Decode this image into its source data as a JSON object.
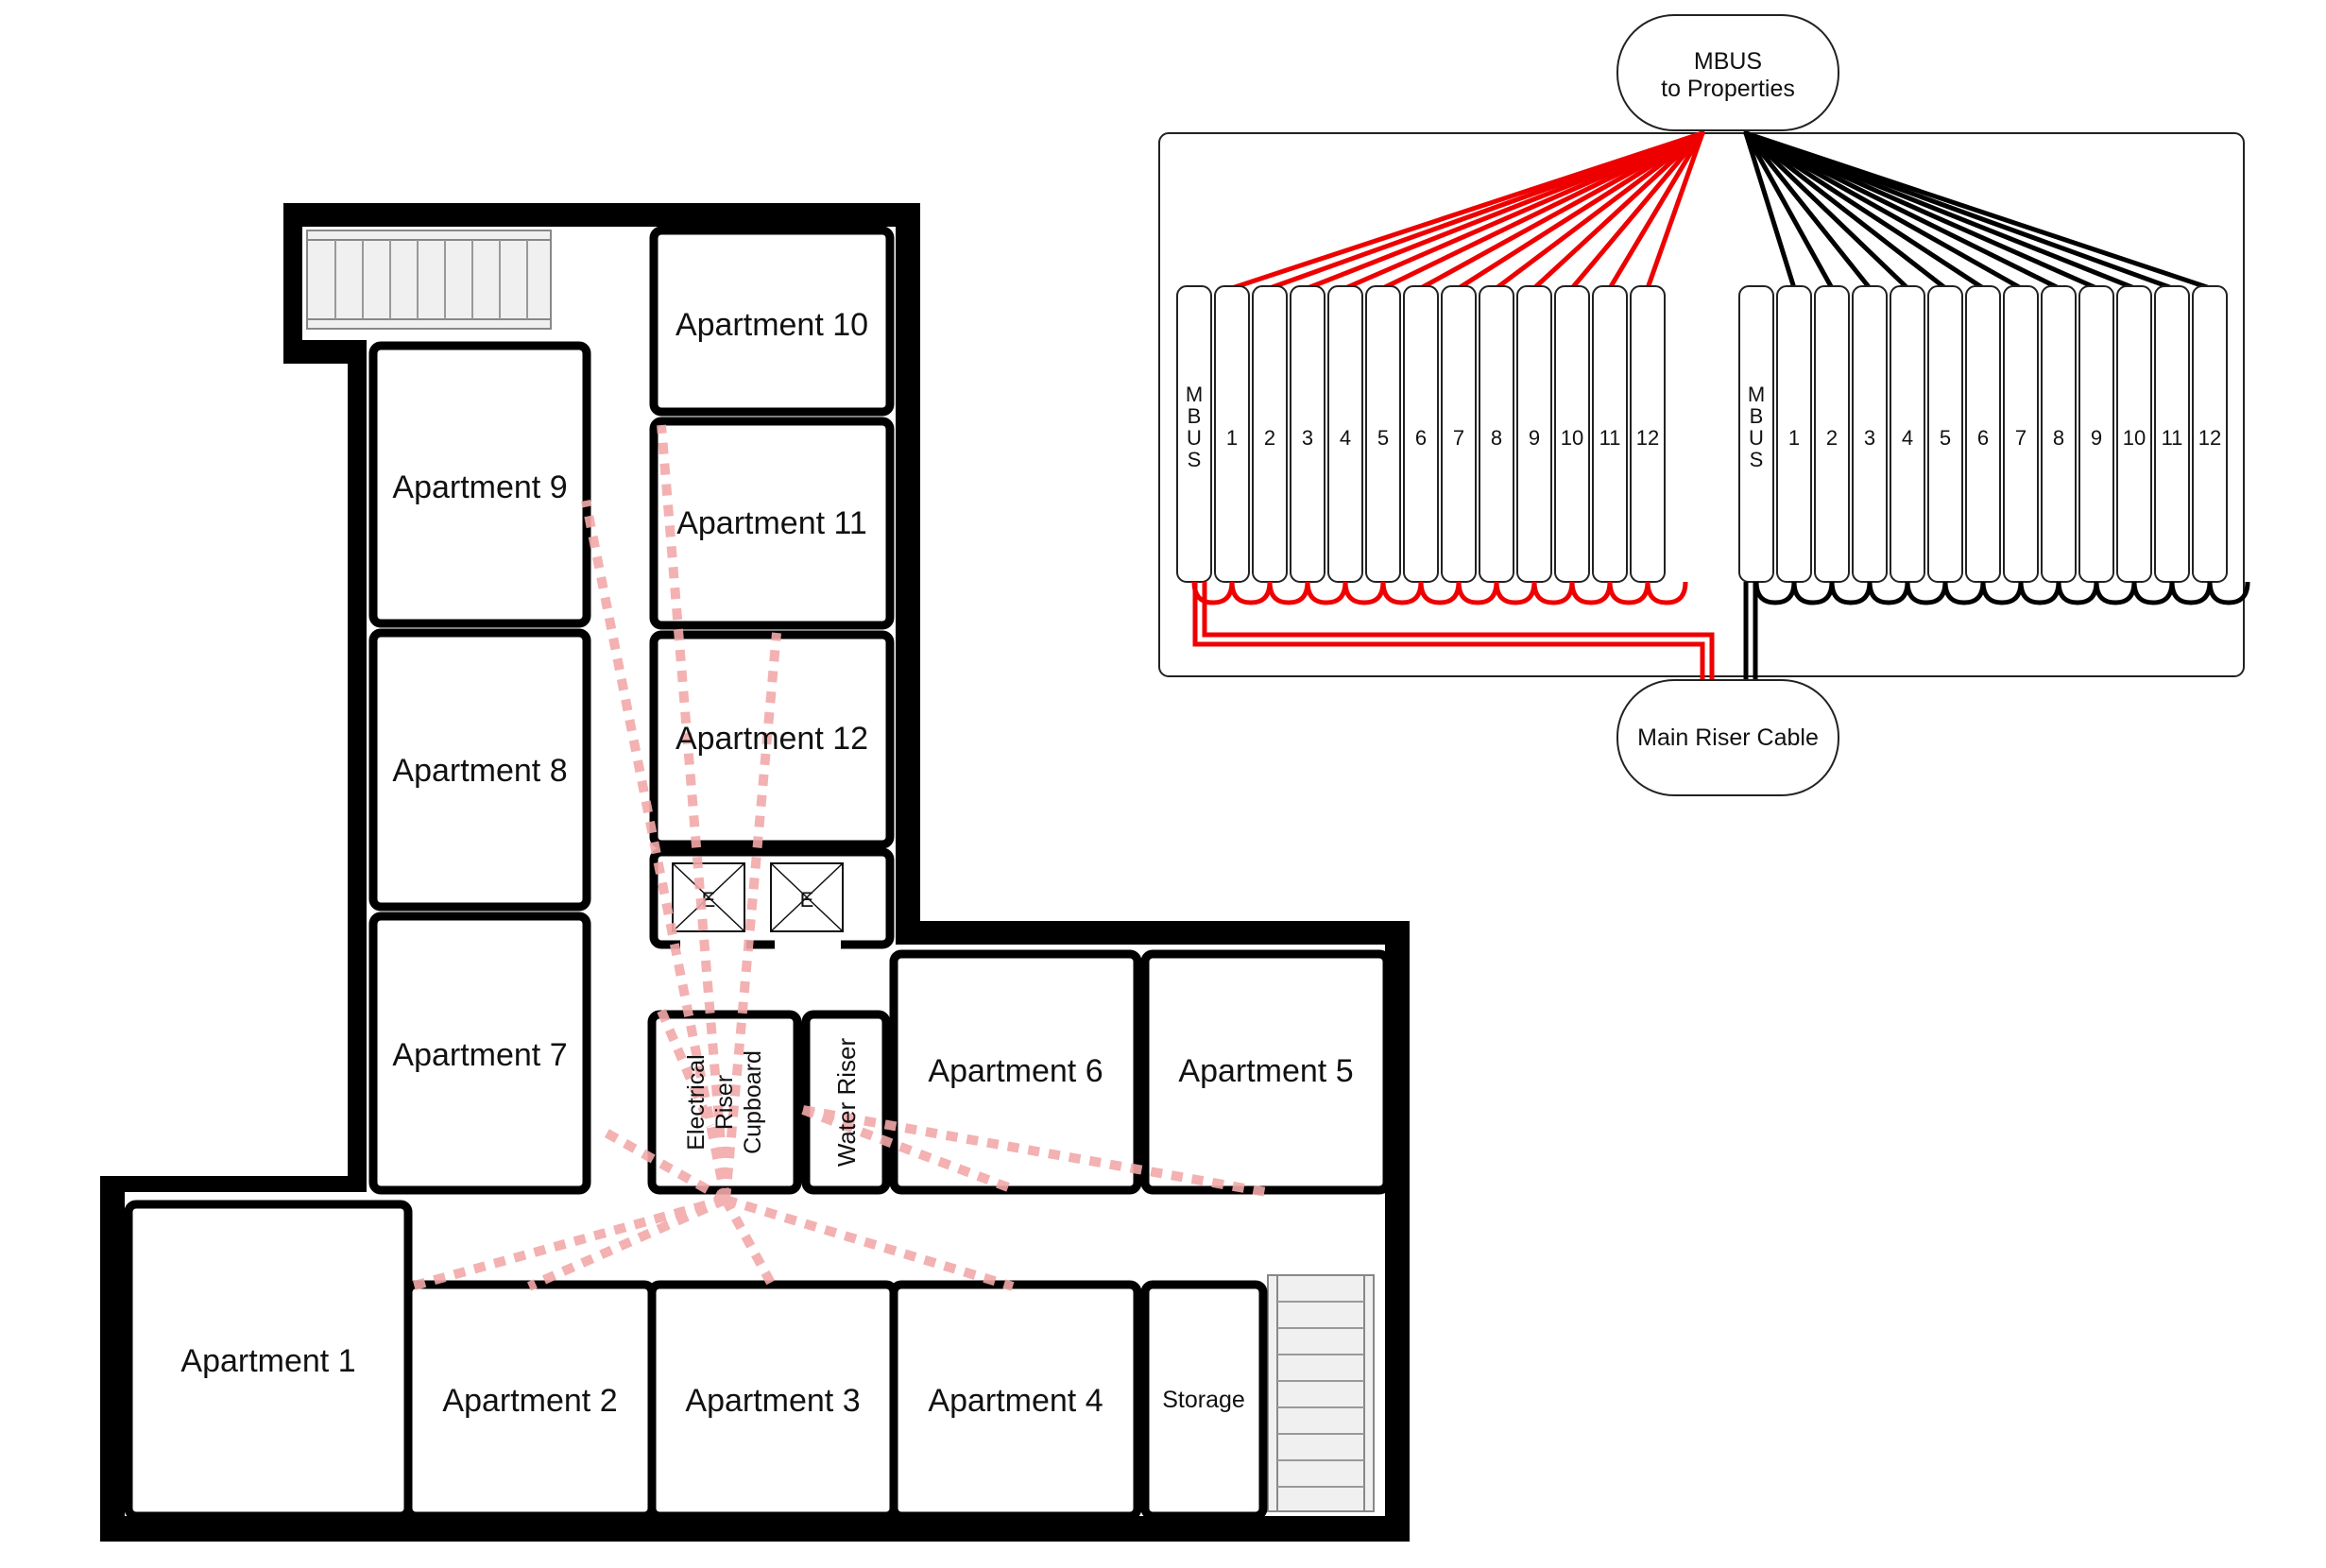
{
  "floorplan": {
    "rooms": {
      "apt1": "Apartment 1",
      "apt2": "Apartment 2",
      "apt3": "Apartment 3",
      "apt4": "Apartment 4",
      "apt5": "Apartment 5",
      "apt6": "Apartment 6",
      "apt7": "Apartment 7",
      "apt8": "Apartment 8",
      "apt9": "Apartment 9",
      "apt10": "Apartment 10",
      "apt11": "Apartment 11",
      "apt12": "Apartment 12",
      "storage": "Storage"
    },
    "electrical_riser": [
      "Electrical",
      "Riser",
      "Cupboard"
    ],
    "water_riser": "Water Riser",
    "elevator_label": "E"
  },
  "schematic": {
    "top_node": [
      "MBUS",
      "to Properties"
    ],
    "bottom_node": "Main Riser Cable",
    "mbus_label": [
      "M",
      "B",
      "U",
      "S"
    ],
    "terminal_labels": [
      "1",
      "2",
      "3",
      "4",
      "5",
      "6",
      "7",
      "8",
      "9",
      "10",
      "11",
      "12"
    ],
    "left_block_color": "#ee0000",
    "right_block_color": "#000000"
  },
  "colors": {
    "wall": "#000000",
    "dashed_cable": "#f2a9a9"
  }
}
